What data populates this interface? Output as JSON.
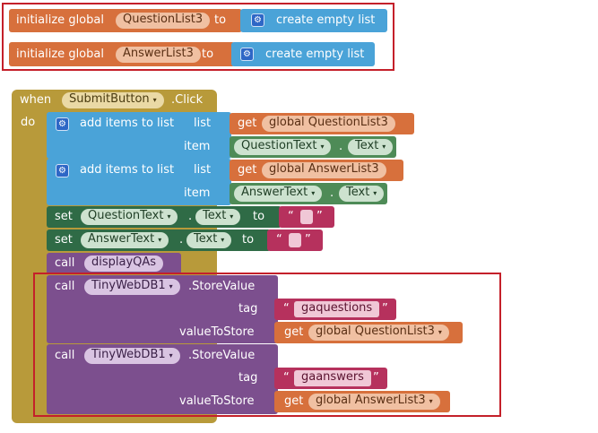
{
  "init_blocks": [
    {
      "keyword": "initialize global",
      "var_name": "QuestionList3",
      "to_label": "to",
      "value_label": "create empty list"
    },
    {
      "keyword": "initialize global",
      "var_name": "AnswerList3",
      "to_label": "to",
      "value_label": "create empty list"
    }
  ],
  "event": {
    "when_label": "when",
    "component": "SubmitButton",
    "event_name": ".Click",
    "do_label": "do"
  },
  "add_items": [
    {
      "label": "add items to list",
      "list_label": "list",
      "get_label": "get",
      "list_var": "global QuestionList3",
      "item_label": "item",
      "item_component": "QuestionText",
      "item_prop": "Text"
    },
    {
      "label": "add items to list",
      "list_label": "list",
      "get_label": "get",
      "list_var": "global AnswerList3",
      "item_label": "item",
      "item_component": "AnswerText",
      "item_prop": "Text"
    }
  ],
  "set_blocks": [
    {
      "set_label": "set",
      "component": "QuestionText",
      "prop": "Text",
      "to_label": "to"
    },
    {
      "set_label": "set",
      "component": "AnswerText",
      "prop": "Text",
      "to_label": "to"
    }
  ],
  "call_display": {
    "call_label": "call",
    "procedure": "displayQAs"
  },
  "store_calls": [
    {
      "call_label": "call",
      "component": "TinyWebDB1",
      "method": ".StoreValue",
      "tag_label": "tag",
      "tag_value": "gaquestions",
      "value_label": "valueToStore",
      "get_label": "get",
      "value_var": "global QuestionList3"
    },
    {
      "call_label": "call",
      "component": "TinyWebDB1",
      "method": ".StoreValue",
      "tag_label": "tag",
      "tag_value": "gaanswers",
      "value_label": "valueToStore",
      "get_label": "get",
      "value_var": "global AnswerList3"
    }
  ],
  "quote_glyph": "“",
  "quote_close_glyph": "”",
  "dropdown_glyph": "▾",
  "gear_glyph": "⚙",
  "colors": {
    "variables": "#d7703c",
    "lists": "#4aa3d8",
    "control_event": "#b89a3a",
    "component_getter": "#4e8b57",
    "component_setter": "#2f6b46",
    "procedures_calls": "#7c4f8e",
    "text": "#b6315d",
    "highlight": "#c4202a"
  }
}
